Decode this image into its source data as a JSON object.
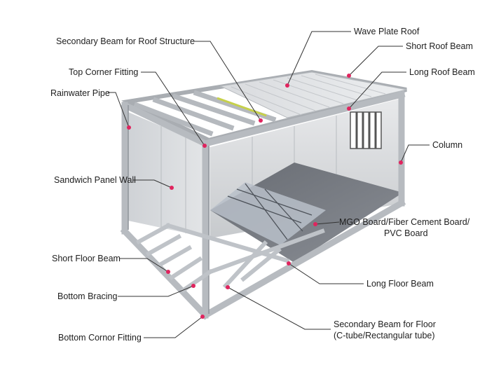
{
  "labels": {
    "secondary_beam_roof": "Secondary Beam for Roof Structure",
    "wave_plate_roof": "Wave Plate Roof",
    "short_roof_beam": "Short Roof Beam",
    "long_roof_beam": "Long Roof Beam",
    "top_corner_fitting": "Top Corner Fitting",
    "rainwater_pipe": "Rainwater Pipe",
    "column": "Column",
    "sandwich_panel_wall": "Sandwich Panel Wall",
    "floor_board_line1": "MGO Board/Fiber Cement Board/",
    "floor_board_line2": "PVC Board",
    "short_floor_beam": "Short Floor Beam",
    "long_floor_beam": "Long Floor Beam",
    "bottom_bracing": "Bottom Bracing",
    "secondary_beam_floor_line1": "Secondary Beam for Floor",
    "secondary_beam_floor_line2": "(C-tube/Rectangular tube)",
    "bottom_corner_fitting": "Bottom Cornor Fitting"
  },
  "colors": {
    "frame": "#c9ccd0",
    "frame_dark": "#9da2a8",
    "wall": "#d6d8db",
    "floor": "#7c8087",
    "roof": "#dfe1e4",
    "marker": "#e0245e",
    "leader": "#333333"
  }
}
